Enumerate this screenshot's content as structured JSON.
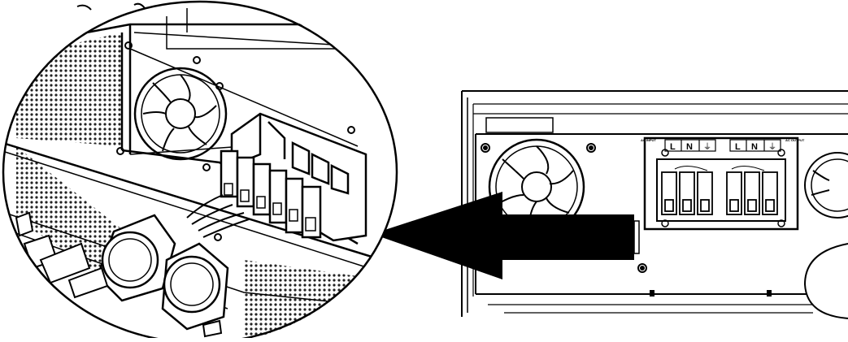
{
  "terminal_labels": {
    "ac_input": "AC INPUT",
    "ac_output": "AC OUTPUT",
    "line": "L",
    "neutral": "N",
    "ground_symbol": "⏚"
  },
  "icons": [
    "ground-icon",
    "fan-icon",
    "screw-icon",
    "arrow-left-icon"
  ],
  "colors": {
    "line": "#000000",
    "background": "#ffffff",
    "mesh": "#222222"
  }
}
